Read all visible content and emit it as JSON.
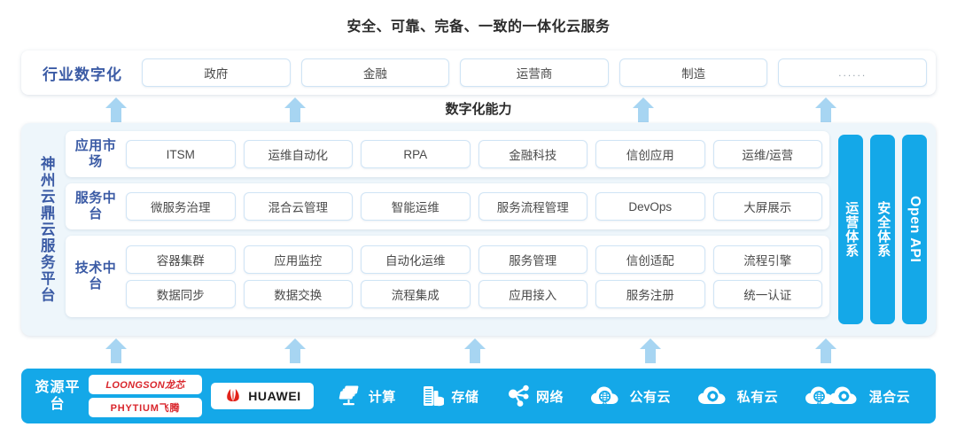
{
  "title": "安全、可靠、完备、一致的一体化云服务",
  "industry": {
    "label": "行业数字化",
    "items": [
      {
        "label": "政府"
      },
      {
        "label": "金融"
      },
      {
        "label": "运营商"
      },
      {
        "label": "制造"
      },
      {
        "label": "......"
      }
    ]
  },
  "capability": {
    "label": "数字化能力",
    "arrow_icon": "up-arrow-icon",
    "arrow_count": 4,
    "arrow_color": "#a7d5f2"
  },
  "platform": {
    "side_label": "神州云鼎云服务平台",
    "tiers": [
      {
        "label": "应用市场",
        "rows": [
          [
            "ITSM",
            "运维自动化",
            "RPA",
            "金融科技",
            "信创应用",
            "运维/运营"
          ]
        ]
      },
      {
        "label": "服务中台",
        "rows": [
          [
            "微服务治理",
            "混合云管理",
            "智能运维",
            "服务流程管理",
            "DevOps",
            "大屏展示"
          ]
        ]
      },
      {
        "label": "技术中台",
        "rows": [
          [
            "容器集群",
            "应用监控",
            "自动化运维",
            "服务管理",
            "信创适配",
            "流程引擎"
          ],
          [
            "数据同步",
            "数据交换",
            "流程集成",
            "应用接入",
            "服务注册",
            "统一认证"
          ]
        ]
      }
    ],
    "vertical_bars": [
      {
        "label": "运营体系",
        "script": "cjk"
      },
      {
        "label": "安全体系",
        "script": "cjk"
      },
      {
        "label": "Open API",
        "script": "latin"
      }
    ],
    "bar_color": "#14a8e8"
  },
  "lower_arrows": {
    "arrow_icon": "up-arrow-icon",
    "arrow_count": 5,
    "arrow_color": "#a7d5f2"
  },
  "resource": {
    "label": "资源平台",
    "bar_color": "#14a8e8",
    "chip_logos": [
      {
        "name": "loongson-logo",
        "text": "LOONGSON龙芯",
        "color": "#d9262c"
      },
      {
        "name": "phytium-logo",
        "text": "PHYTIUM飞腾",
        "color": "#d9262c"
      }
    ],
    "huawei": {
      "name": "huawei-logo",
      "text": "HUAWEI",
      "mark_color": "#e2231a"
    },
    "items": [
      {
        "label": "计算",
        "icon": "compute-icon"
      },
      {
        "label": "存储",
        "icon": "storage-icon"
      },
      {
        "label": "网络",
        "icon": "network-icon"
      },
      {
        "label": "公有云",
        "icon": "public-cloud-icon"
      },
      {
        "label": "私有云",
        "icon": "private-cloud-icon"
      },
      {
        "label": "混合云",
        "icon": "hybrid-cloud-icon"
      }
    ]
  }
}
